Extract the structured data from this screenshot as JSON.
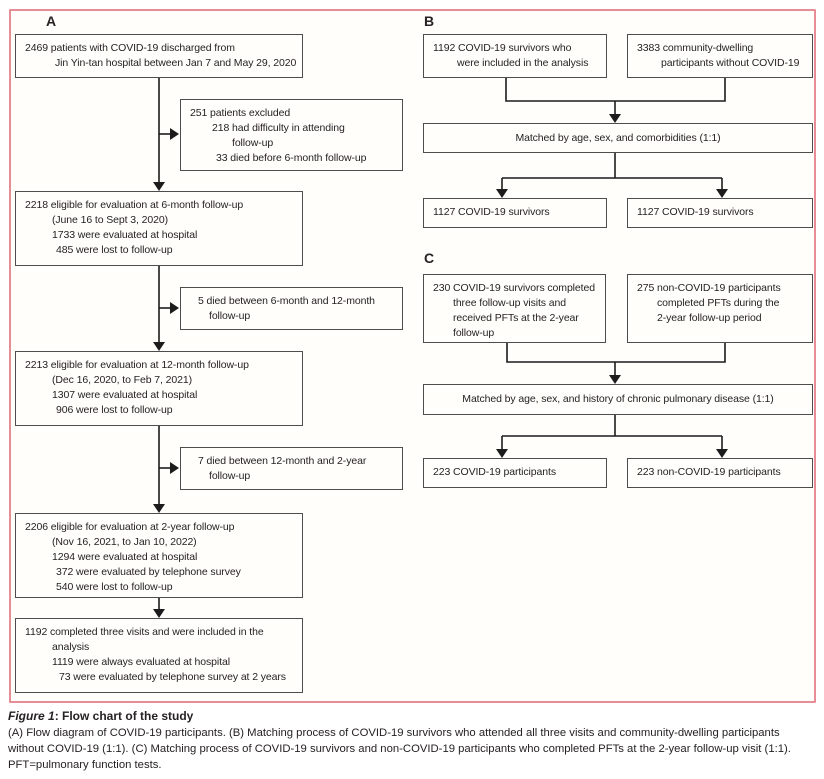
{
  "colors": {
    "frame": "#e68d95",
    "box-border": "#4d4d4d",
    "text": "#262223",
    "line": "#1c1c1c",
    "bg": "#fffefb"
  },
  "panels": {
    "a": {
      "label": "A",
      "discharged": {
        "lines": [
          "2469 patients with COVID-19 discharged from",
          "Jin Yin-tan hospital between Jan 7 and May 29, 2020"
        ]
      },
      "excluded": {
        "lines": [
          "251 patients excluded",
          "218 had difficulty in attending",
          "follow-up",
          "33 died before 6-month follow-up"
        ]
      },
      "month6": {
        "lines": [
          "2218 eligible for evaluation at 6-month follow-up",
          "(June 16 to Sept 3, 2020)",
          "1733 were evaluated at hospital",
          "485 were lost to follow-up"
        ]
      },
      "died6to12": {
        "lines": [
          "5 died between 6-month and 12-month",
          "follow-up"
        ]
      },
      "month12": {
        "lines": [
          "2213 eligible for evaluation at 12-month follow-up",
          "(Dec 16, 2020, to Feb 7, 2021)",
          "1307 were evaluated at hospital",
          "906 were lost to follow-up"
        ]
      },
      "died12to2y": {
        "lines": [
          "7 died between 12-month and 2-year",
          "follow-up"
        ]
      },
      "year2": {
        "lines": [
          "2206 eligible for evaluation at 2-year follow-up",
          "(Nov 16, 2021, to Jan 10, 2022)",
          "1294 were evaluated at hospital",
          "372 were evaluated by telephone survey",
          "540 were lost to follow-up"
        ]
      },
      "included": {
        "lines": [
          "1192 completed three visits and were included in the",
          "analysis",
          "1119 were always evaluated at hospital",
          "73 were evaluated by telephone survey at 2 years"
        ]
      }
    },
    "b": {
      "label": "B",
      "survivors": {
        "lines": [
          "1192 COVID-19 survivors who",
          "were included in the analysis"
        ]
      },
      "community": {
        "lines": [
          "3383 community-dwelling",
          "participants without COVID-19"
        ]
      },
      "matched": {
        "text": "Matched by age, sex, and comorbidities (1:1)"
      },
      "left": {
        "text": "1127 COVID-19 survivors"
      },
      "right": {
        "text": "1127 COVID-19 survivors"
      }
    },
    "c": {
      "label": "C",
      "covid": {
        "lines": [
          "230 COVID-19 survivors completed",
          "three follow-up visits and",
          "received PFTs at the 2-year",
          "follow-up"
        ]
      },
      "noncovid": {
        "lines": [
          "275 non-COVID-19 participants",
          "completed PFTs during the",
          "2-year follow-up period"
        ]
      },
      "matched": {
        "text": "Matched by age, sex, and history of chronic pulmonary disease (1:1)"
      },
      "left": {
        "text": "223 COVID-19 participants"
      },
      "right": {
        "text": "223 non-COVID-19 participants"
      }
    }
  },
  "caption": {
    "label": "Figure 1",
    "title": ": Flow chart of the study",
    "body": "(A) Flow diagram of COVID-19 participants. (B) Matching process of COVID-19 survivors who attended all three visits and community-dwelling participants without COVID-19 (1:1). (C) Matching process of COVID-19 survivors and non-COVID-19 participants who completed PFTs at the 2-year follow-up visit (1:1). PFT=pulmonary function tests."
  }
}
